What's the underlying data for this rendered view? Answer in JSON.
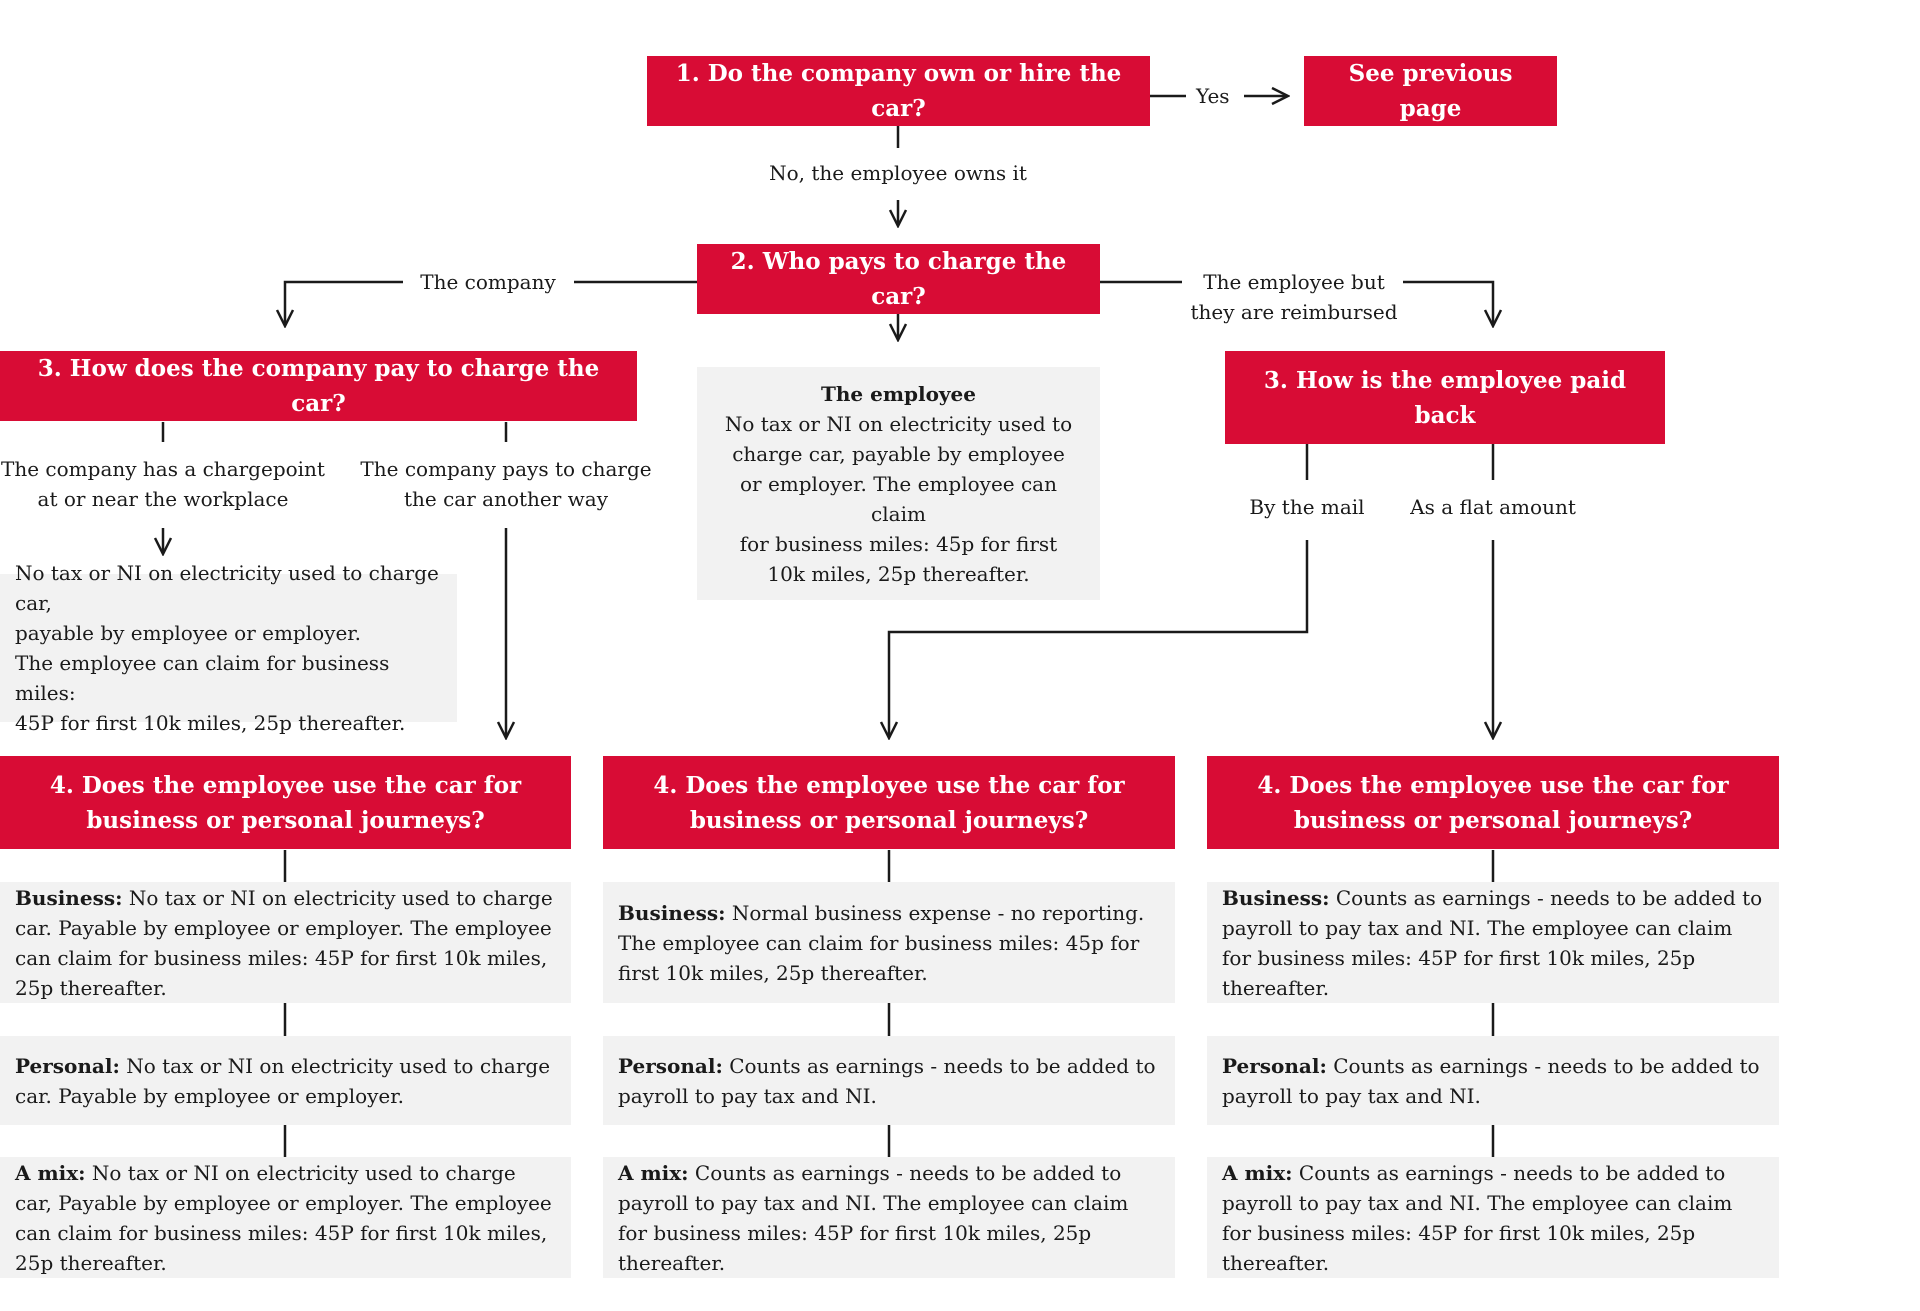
{
  "colors": {
    "accent": "#d80c35",
    "panel": "#f2f2f2",
    "line": "#1a1a1a"
  },
  "q1": {
    "question": "1. Do the company own or hire the car?",
    "yes_label": "Yes",
    "yes_target": "See previous page",
    "no_label": "No, the employee owns it"
  },
  "q2": {
    "question": "2.  Who pays to charge the car?",
    "left_label": "The company",
    "right_label_1": "The employee but",
    "right_label_2": "they are reimbursed"
  },
  "employee_box": {
    "title": "The employee",
    "lines": [
      "No tax or NI on electricity used to",
      "charge car, payable by employee",
      "or employer. The employee can claim",
      "for business miles: 45p for first",
      "10k miles, 25p thereafter."
    ]
  },
  "q3_company": {
    "question": "3. How does the company pay to charge the car?",
    "opt1_line1": "The company has a chargepoint",
    "opt1_line2": "at or near the workplace",
    "opt2_line1": "The company pays to charge",
    "opt2_line2": "the car another way",
    "chargepoint_result": [
      "No tax or NI on electricity used to charge car,",
      "payable by employee or employer.",
      "The employee can claim for business miles:",
      "45P for first 10k miles, 25p thereafter."
    ]
  },
  "q3_employee": {
    "question": "3. How is the employee paid back",
    "opt1": "By the mail",
    "opt2": "As a flat amount"
  },
  "columns": [
    {
      "question_1": "4. Does the employee use the car for",
      "question_2": "business or personal journeys?",
      "business_label": "Business:",
      "business_text": " No tax or NI on electricity used to charge car. Payable by employee or employer. The employee can claim for business miles: 45P for first 10k miles, 25p thereafter.",
      "personal_label": "Personal:",
      "personal_text": " No tax or NI on electricity used to charge car. Payable by employee or employer.",
      "mix_label": "A mix:",
      "mix_text": " No tax or NI on electricity used to charge car, Payable by employee or employer. The employee can claim for business miles: 45P for first 10k miles, 25p thereafter."
    },
    {
      "question_1": "4. Does the employee use the car for",
      "question_2": "business  or personal journeys?",
      "business_label": "Business:",
      "business_text": " Normal business expense - no reporting. The employee can claim for business miles: 45p for first 10k miles, 25p thereafter.",
      "personal_label": "Personal:",
      "personal_text": " Counts as earnings - needs to be added to payroll to pay tax and NI.",
      "mix_label": "A mix:",
      "mix_text": " Counts as earnings - needs to be added to payroll to pay tax and NI. The employee can claim for business miles: 45P for first 10k miles, 25p thereafter."
    },
    {
      "question_1": "4. Does the employee use the car for",
      "question_2": "business or personal journeys?",
      "business_label": "Business:",
      "business_text": " Counts as earnings - needs to be added to payroll to pay tax and NI. The employee can claim for business miles: 45P for first 10k miles, 25p thereafter.",
      "personal_label": "Personal:",
      "personal_text": " Counts as earnings - needs to be added to payroll to pay tax and NI.",
      "mix_label": "A mix:",
      "mix_text": " Counts as earnings - needs to be added to payroll to pay tax and NI. The employee can claim for business miles: 45P for first 10k miles, 25p thereafter."
    }
  ]
}
